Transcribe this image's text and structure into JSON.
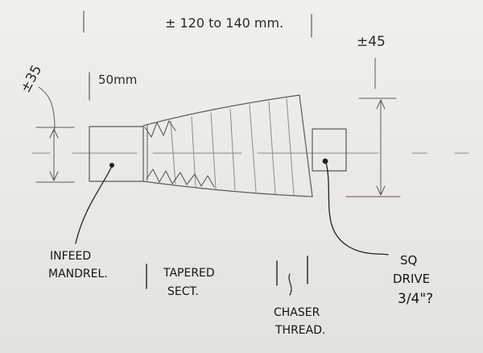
{
  "labels": {
    "overall_length": "± 120 to 140 mm.",
    "left_diameter": "±35",
    "right_diameter": "±45",
    "mandrel_length": "50mm",
    "infeed_line1": "INFEED",
    "infeed_line2": "MANDREL.",
    "tapered_line1": "TAPERED",
    "tapered_line2": "SECT.",
    "chaser_line1": "CHASER",
    "chaser_line2": "THREAD.",
    "drive_line1": "SQ",
    "drive_line2": "DRIVE",
    "drive_line3": "3/4\"?"
  },
  "colors": {
    "pencil": "#5a5a5a",
    "ink": "#151515",
    "paper": "#eeede8"
  }
}
